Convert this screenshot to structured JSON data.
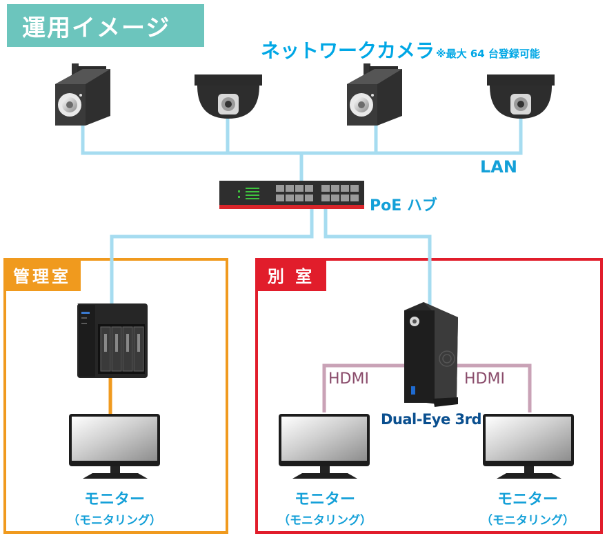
{
  "header": {
    "title": "運用イメージ"
  },
  "cameras": {
    "title": "ネットワークカメラ",
    "note": "※最大 64 台登録可能"
  },
  "network": {
    "lan_label": "LAN",
    "hub_label": "PoE ハブ"
  },
  "rooms": {
    "admin": {
      "label": "管理室"
    },
    "separate": {
      "label": "別 室"
    }
  },
  "connections": {
    "hdmi_left": "HDMI",
    "hdmi_right": "HDMI"
  },
  "devices": {
    "recorder_label": "Dual-Eye 3rd"
  },
  "monitors": [
    {
      "label": "モニター",
      "sublabel": "（モニタリング）"
    },
    {
      "label": "モニター",
      "sublabel": "（モニタリング）"
    },
    {
      "label": "モニター",
      "sublabel": "（モニタリング）"
    }
  ],
  "colors": {
    "banner": "#6cc5bd",
    "accent_blue": "#00a7e5",
    "lan_line": "#a6dcf0",
    "admin_orange": "#f09a1e",
    "separate_red": "#e11d2b",
    "hdmi_line": "#c9a2b6",
    "recorder_blue": "#0a4f8f"
  }
}
